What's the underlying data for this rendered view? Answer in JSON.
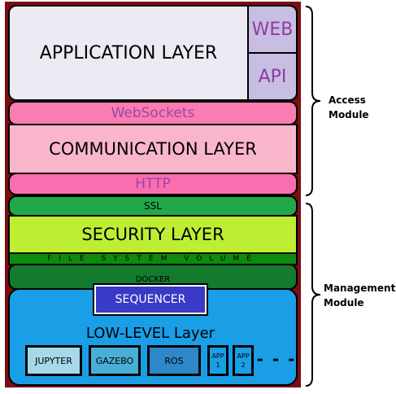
{
  "layers": {
    "application": {
      "label": "APPLICATION LAYER",
      "web": "WEB",
      "api": "API"
    },
    "communication": {
      "websockets": "WebSockets",
      "label": "COMMUNICATION LAYER",
      "http": "HTTP"
    },
    "security": {
      "ssl": "SSL",
      "label": "SECURITY LAYER",
      "file_system_volume": "FILE SYSTEM VOLUME",
      "docker": "DOCKER"
    },
    "low_level": {
      "sequencer": "SEQUENCER",
      "label": "LOW-LEVEL Layer",
      "modules": [
        "JUPYTER",
        "GAZEBO",
        "ROS"
      ],
      "app1": [
        "APP",
        "1"
      ],
      "app2": [
        "APP",
        "2"
      ],
      "ellipsis": "- - -"
    }
  },
  "groups": {
    "access": [
      "Access",
      "Module"
    ],
    "management": [
      "Management",
      "Module"
    ]
  },
  "colors": {
    "application": "#ecebf4",
    "web_api": "#c8bde2",
    "websockets": "#f97db0",
    "communication": "#f9b6cb",
    "http": "#f96eb0",
    "ssl": "#22a84a",
    "security": "#bdee34",
    "file_system_volume": "#0e8a0e",
    "docker": "#137a2e",
    "low_level": "#1a9ee6",
    "sequencer": "#3a3ac8",
    "frame": "#7a0f12"
  }
}
